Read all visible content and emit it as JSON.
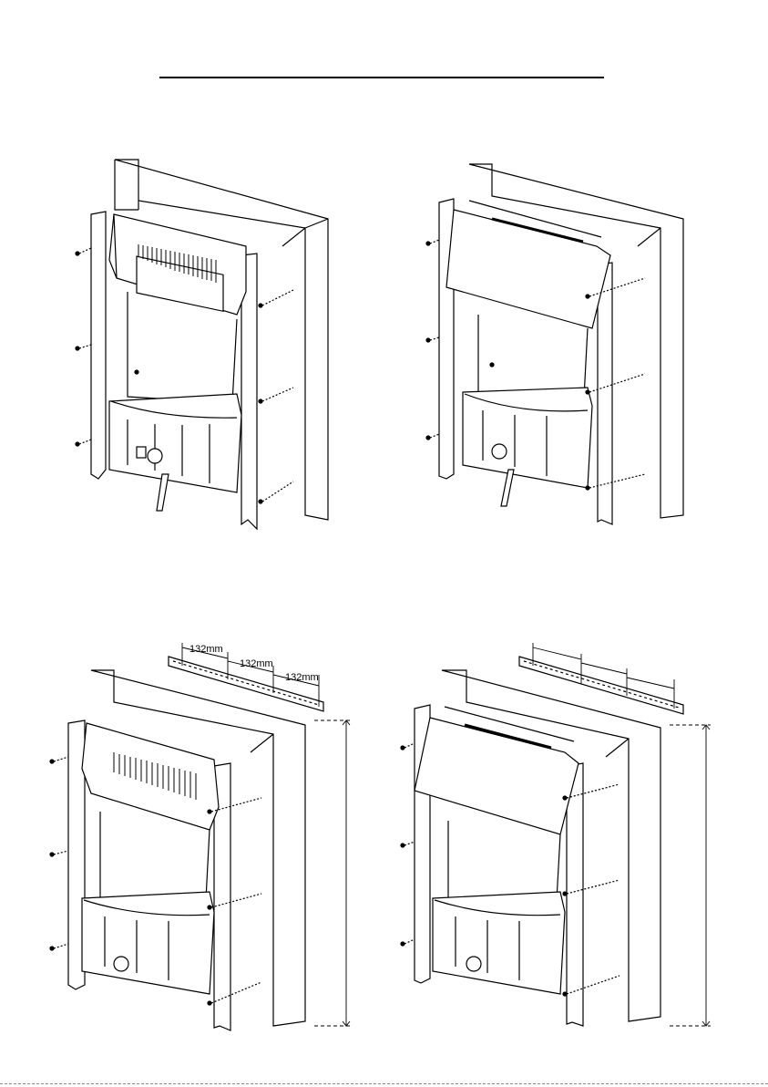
{
  "figure": {
    "panels": [
      {
        "id": "a",
        "view": "fire-on-frame-no-fascia",
        "has_brackets": false
      },
      {
        "id": "b",
        "view": "fire-on-frame-with-fascia",
        "has_brackets": false
      },
      {
        "id": "c",
        "view": "fire-with-wall-bracket",
        "has_brackets": true
      },
      {
        "id": "d",
        "view": "fire-with-fascia-and-bracket",
        "has_brackets": true
      }
    ],
    "dimensions": {
      "dim1": "132mm",
      "dim2": "132mm",
      "dim3": "132mm"
    }
  }
}
